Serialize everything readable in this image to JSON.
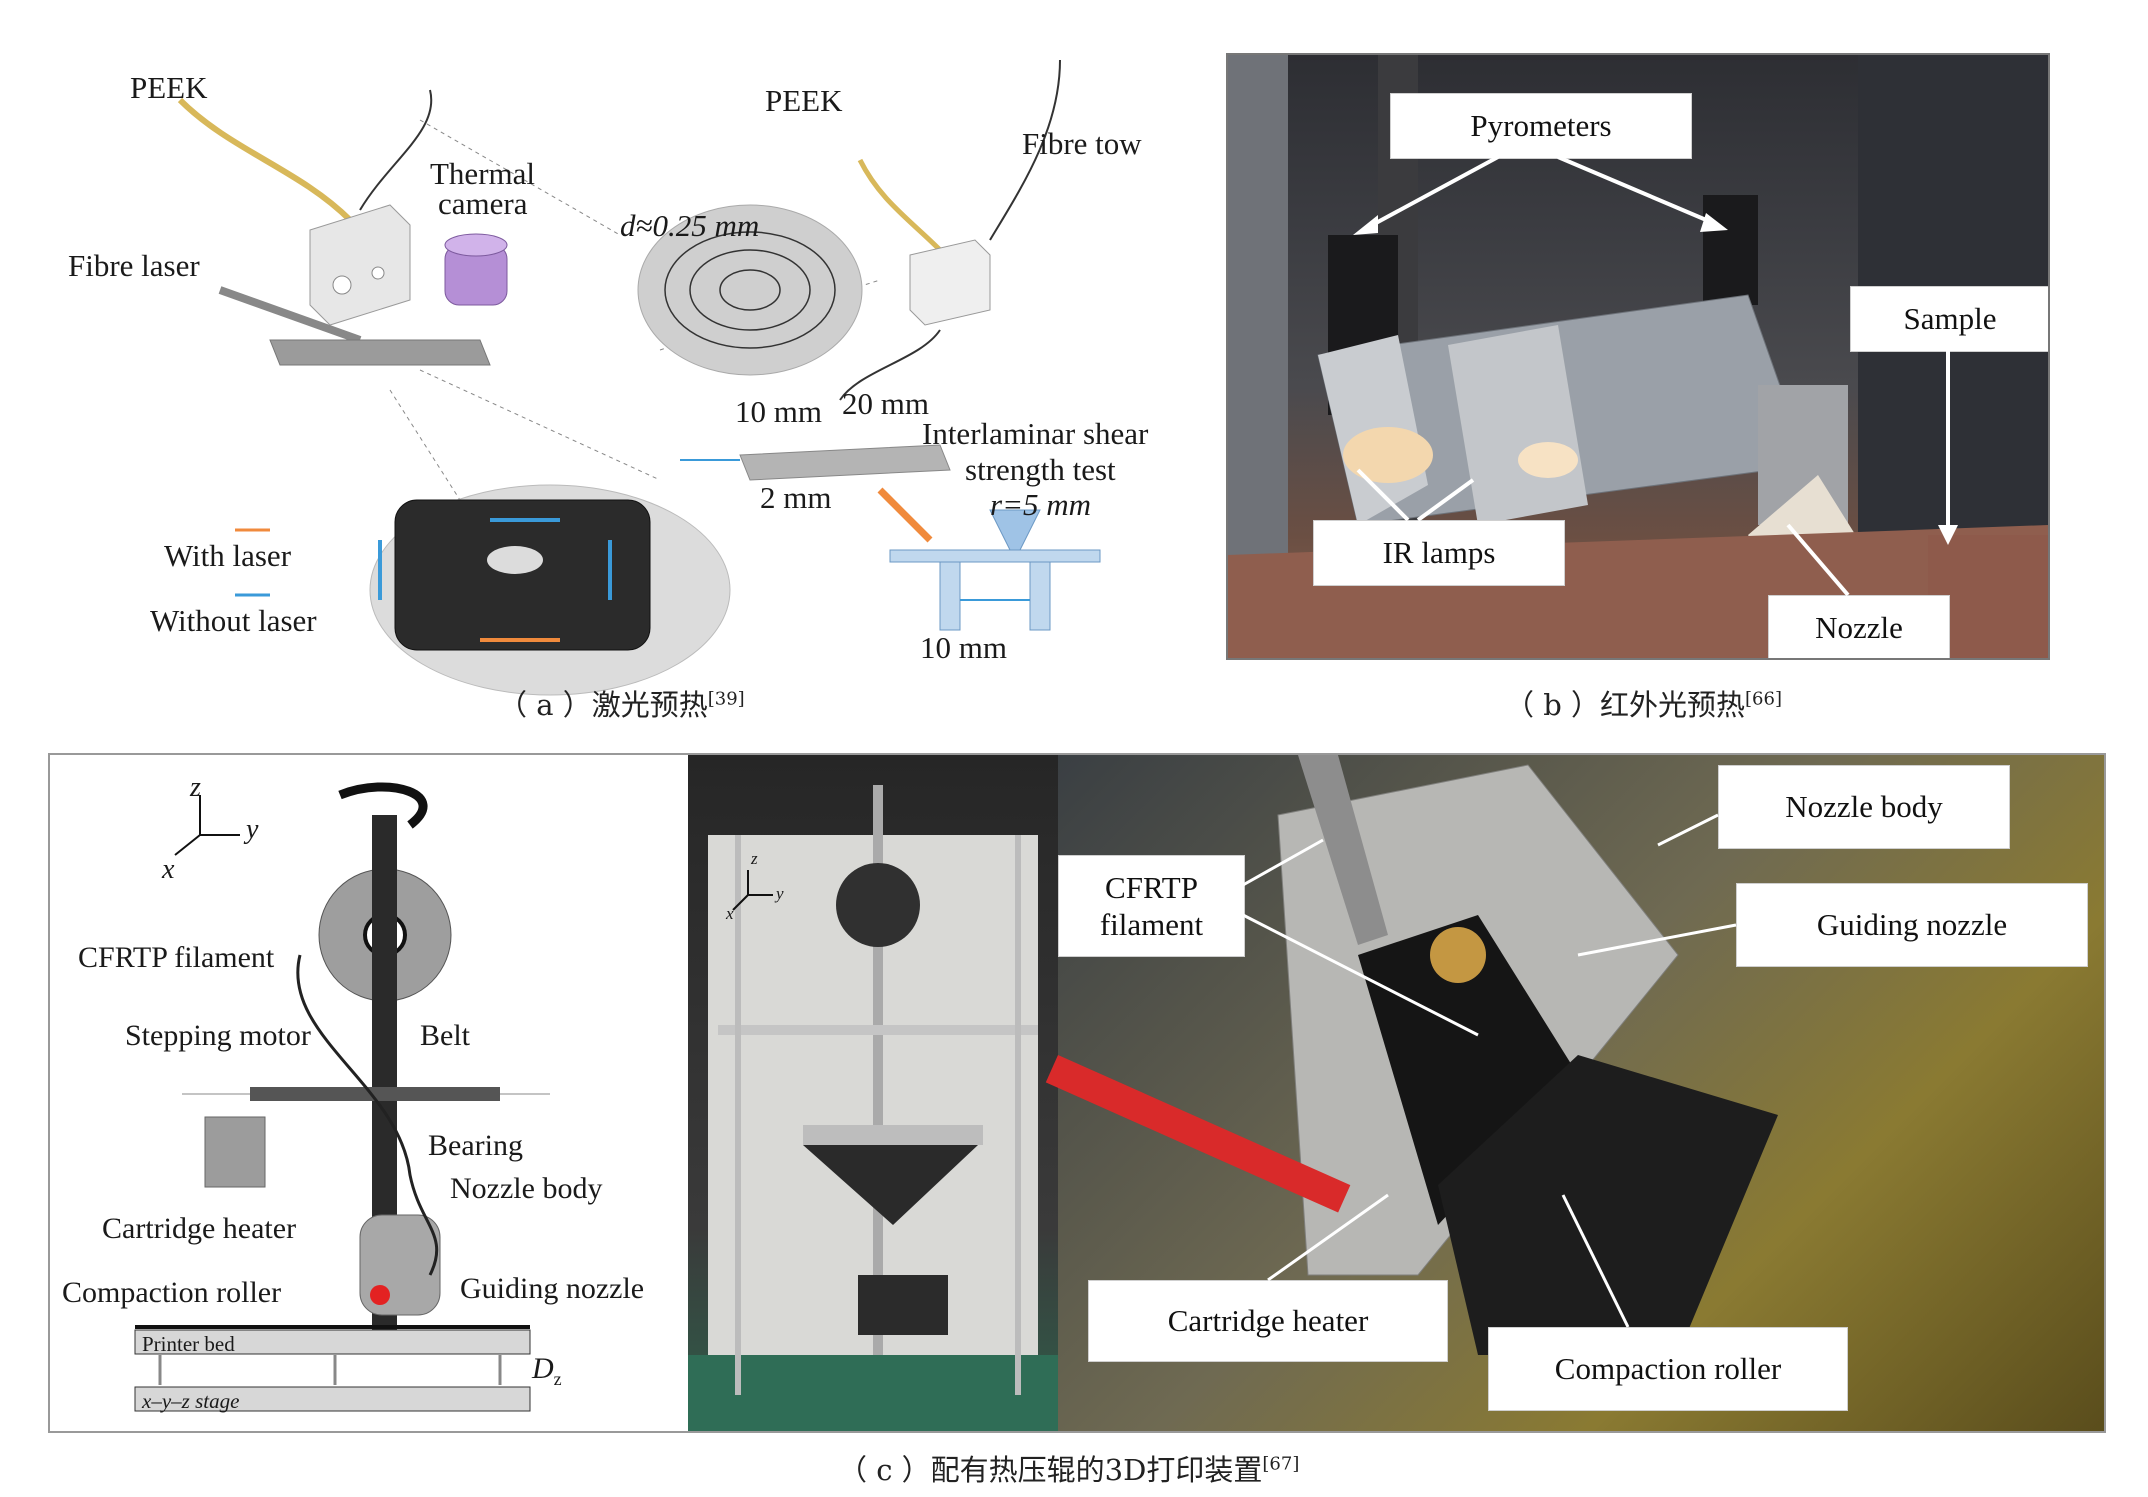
{
  "panel_a": {
    "peek_left": "PEEK",
    "thermal_camera_1": "Thermal",
    "thermal_camera_2": "camera",
    "fibre_laser": "Fibre laser",
    "diameter": "d≈0.25 mm",
    "peek_right": "PEEK",
    "fibre_tow": "Fibre tow",
    "dim_10mm_top": "10 mm",
    "dim_20mm": "20 mm",
    "ilss_1": "Interlaminar shear",
    "ilss_2": "strength test",
    "radius": "r=5 mm",
    "dim_2mm": "2 mm",
    "dim_10mm_bottom": "10 mm",
    "with_laser": "With laser",
    "without_laser": "Without laser",
    "caption": "（ a ）激光预热",
    "caption_ref": "[39]"
  },
  "panel_b": {
    "pyrometers": "Pyrometers",
    "sample": "Sample",
    "ir_lamps": "IR lamps",
    "nozzle": "Nozzle",
    "caption": "（ b ）红外光预热",
    "caption_ref": "[66]"
  },
  "panel_c": {
    "axis_z": "z",
    "axis_y": "y",
    "axis_x": "x",
    "cfrtp_filament": "CFRTP filament",
    "stepping_motor": "Stepping motor",
    "belt": "Belt",
    "bearing": "Bearing",
    "nozzle_body": "Nozzle body",
    "cartridge_heater": "Cartridge heater",
    "compaction_roller": "Compaction roller",
    "guiding_nozzle": "Guiding nozzle",
    "printer_bed": "Printer bed",
    "xyz_stage": "x–y–z stage",
    "dz_main": "D",
    "dz_sub": "z",
    "photo_axis_z": "z",
    "photo_axis_y": "y",
    "photo_axis_x": "x",
    "right_nozzle_body": "Nozzle body",
    "right_cfrtp_1": "CFRTP",
    "right_cfrtp_2": "filament",
    "right_guiding_nozzle": "Guiding nozzle",
    "right_cartridge_heater": "Cartridge heater",
    "right_compaction_roller": "Compaction roller",
    "caption": "（ c ）配有热压辊的3D打印装置",
    "caption_ref": "[67]"
  }
}
